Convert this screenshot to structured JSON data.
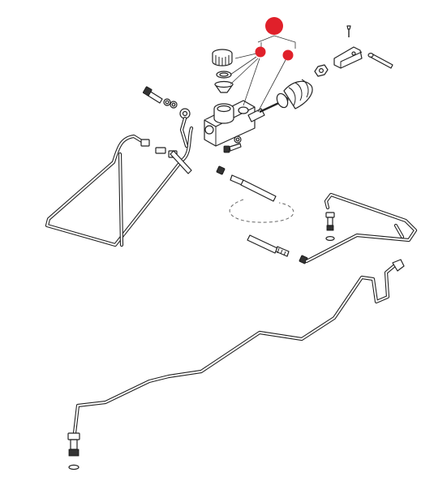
{
  "diagram": {
    "type": "exploded-parts-illustration",
    "markers": [
      {
        "id": "marker-large",
        "color": "#e0202a"
      },
      {
        "id": "marker-reservoir",
        "color": "#e0202a"
      },
      {
        "id": "marker-boot",
        "color": "#e0202a"
      }
    ],
    "line_color": "#222222",
    "background": "#ffffff"
  }
}
